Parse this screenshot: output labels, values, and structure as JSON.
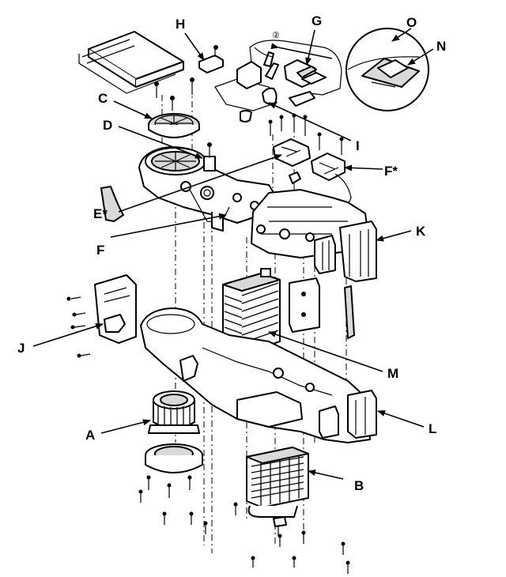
{
  "diagram": {
    "callouts": {
      "A": "A",
      "B": "B",
      "C": "C",
      "D": "D",
      "E_star": "E*",
      "F": "F",
      "F_star": "F*",
      "G": "G",
      "H": "H",
      "I": "I",
      "J": "J",
      "K": "K",
      "L": "L",
      "M": "M",
      "N": "N",
      "O": "O"
    },
    "detail_marker": "②"
  }
}
